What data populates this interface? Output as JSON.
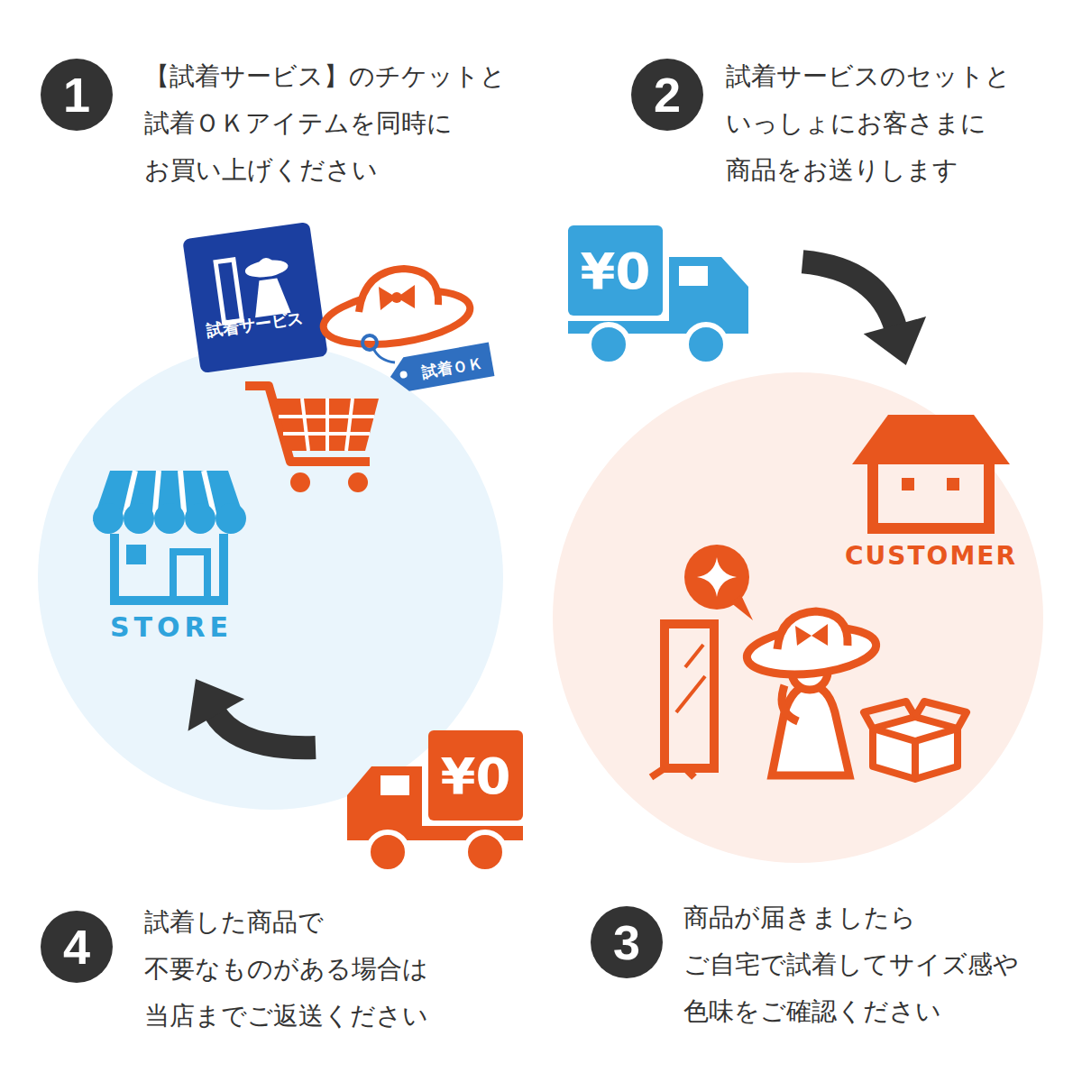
{
  "diagram": {
    "nodes": [
      {
        "text": [
          "1",
          "【試着サービス】のチケットと 試着ＯＫアイテムを同時に お買い上げください"
        ]
      },
      {
        "text": [
          "2",
          "試着サービスのセットと いっしょにお客さまに 商品をお送りします"
        ]
      },
      {
        "text": [
          "試着サービス"
        ]
      },
      {
        "text": [
          "試着ＯＫ"
        ]
      },
      {
        "text": [
          "STORE"
        ]
      },
      {
        "text": [
          "¥0"
        ]
      },
      {
        "text": [
          "CUSTOMER"
        ]
      },
      {
        "text": [
          "3",
          "商品が届きましたら ご自宅で試着してサイズ感や 色味をご確認ください"
        ]
      },
      {
        "text": [
          "¥0"
        ]
      },
      {
        "text": [
          "4",
          "試着した商品で 不要なものがある場合は 当店までご返送ください"
        ]
      }
    ],
    "edges": [
      {
        "from": 5,
        "to": 6,
        "arrow": "to"
      },
      {
        "from": 8,
        "to": 4,
        "arrow": "to"
      }
    ]
  }
}
